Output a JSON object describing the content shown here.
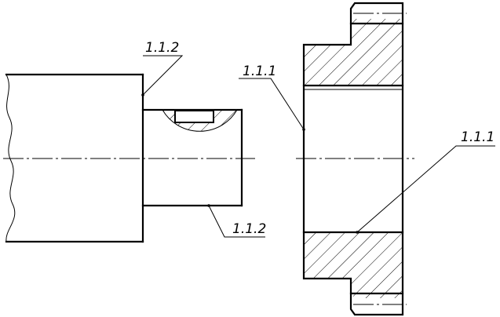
{
  "callouts": {
    "shaft_top": "1.1.2",
    "hub_bore": "1.1.1",
    "hub_right": "1.1.1",
    "shaft_bottom": "1.1.2"
  }
}
